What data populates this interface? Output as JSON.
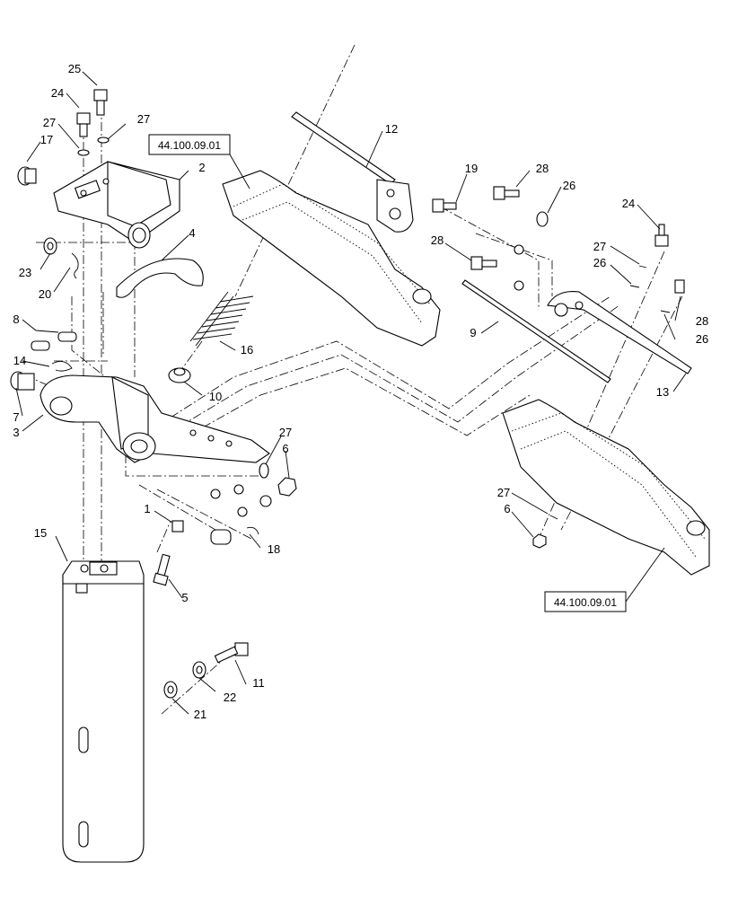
{
  "callouts": {
    "c1": "1",
    "c2": "2",
    "c3": "3",
    "c4": "4",
    "c5": "5",
    "c6a": "6",
    "c6b": "6",
    "c7": "7",
    "c8": "8",
    "c9": "9",
    "c10": "10",
    "c11": "11",
    "c12": "12",
    "c13": "13",
    "c14": "14",
    "c15": "15",
    "c16": "16",
    "c17": "17",
    "c18": "18",
    "c19": "19",
    "c20": "20",
    "c21": "21",
    "c22": "22",
    "c23": "23",
    "c24a": "24",
    "c24b": "24",
    "c25": "25",
    "c26a": "26",
    "c26b": "26",
    "c26c": "26",
    "c27a": "27",
    "c27b": "27",
    "c27c": "27",
    "c27d": "27",
    "c27e": "27",
    "c28a": "28",
    "c28b": "28",
    "c28c": "28"
  },
  "references": {
    "ref_top": "44.100.09.01",
    "ref_bottom": "44.100.09.01"
  }
}
